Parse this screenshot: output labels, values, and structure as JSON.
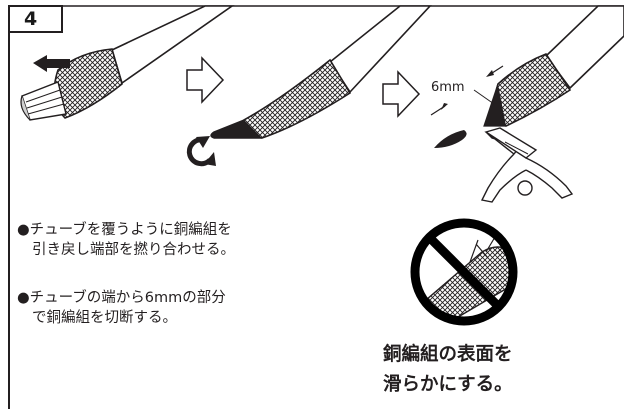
{
  "step": {
    "number": "4"
  },
  "notes": [
    {
      "lines": [
        "●チューブを覆うように銅編組を",
        "引き戻し端部を撚り合わせる。"
      ]
    },
    {
      "lines": [
        "●チューブの端から6mmの部分",
        "で銅編組を切断する。"
      ]
    }
  ],
  "measurement": {
    "label": "6mm"
  },
  "caption": {
    "lines": [
      "銅編組の表面を",
      "滑らかにする。"
    ]
  },
  "colors": {
    "ink": "#231f20",
    "prohibit": "#000000",
    "paper": "#ffffff"
  }
}
